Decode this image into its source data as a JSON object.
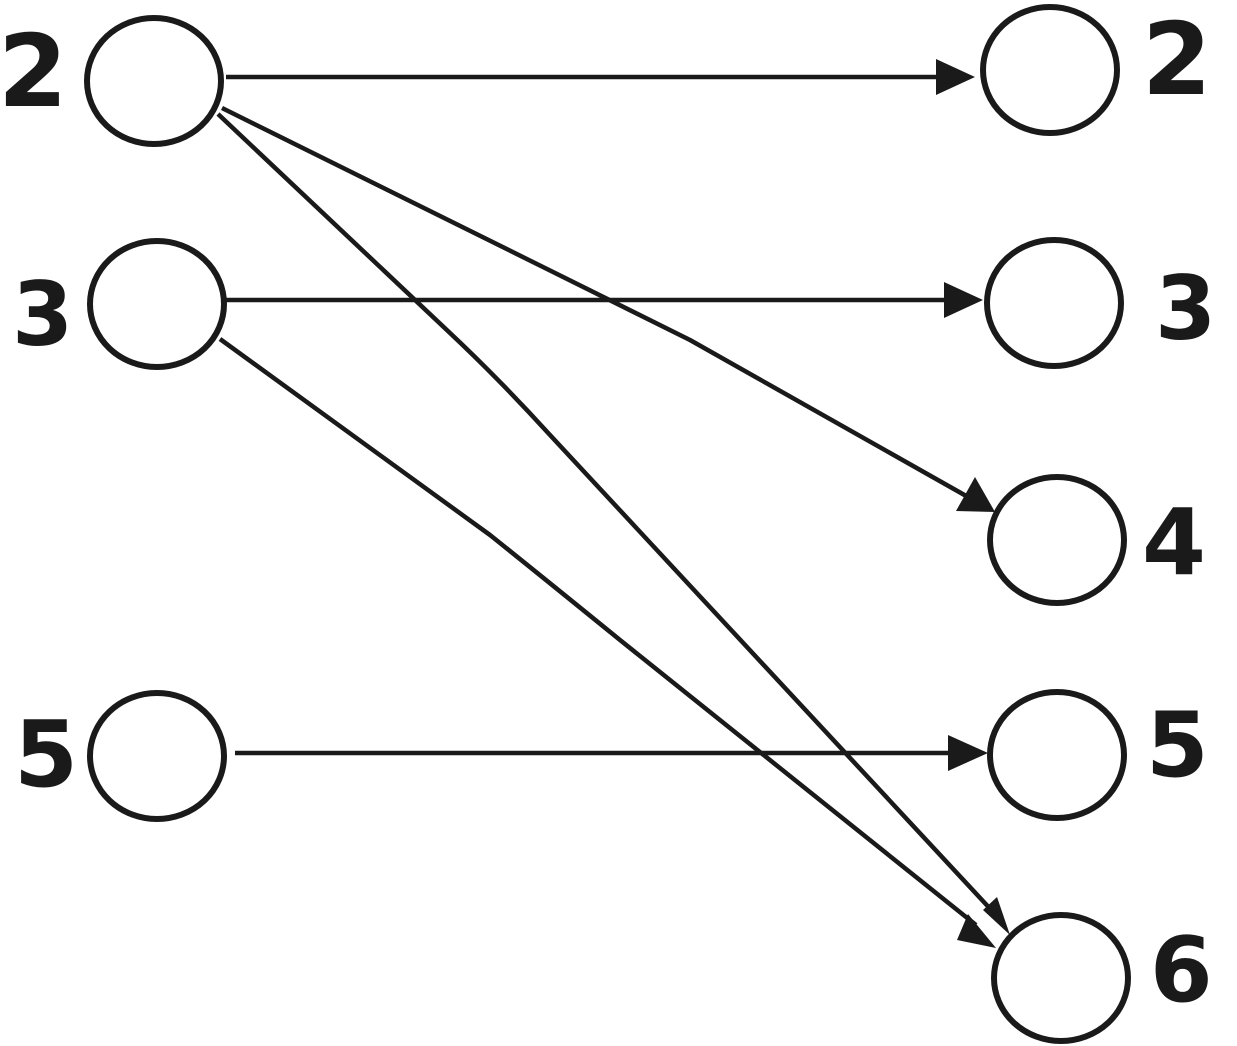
{
  "left_nodes": [
    {
      "id": "L2",
      "label": "2"
    },
    {
      "id": "L3",
      "label": "3"
    },
    {
      "id": "L5",
      "label": "5"
    }
  ],
  "right_nodes": [
    {
      "id": "R2",
      "label": "2"
    },
    {
      "id": "R3",
      "label": "3"
    },
    {
      "id": "R4",
      "label": "4"
    },
    {
      "id": "R5",
      "label": "5"
    },
    {
      "id": "R6",
      "label": "6"
    }
  ],
  "edges": [
    {
      "from": "L2",
      "to": "R2"
    },
    {
      "from": "L2",
      "to": "R4"
    },
    {
      "from": "L2",
      "to": "R6"
    },
    {
      "from": "L3",
      "to": "R3"
    },
    {
      "from": "L3",
      "to": "R6"
    },
    {
      "from": "L5",
      "to": "R5"
    }
  ],
  "colors": {
    "stroke": "#1a1a1a",
    "background": "#ffffff"
  }
}
